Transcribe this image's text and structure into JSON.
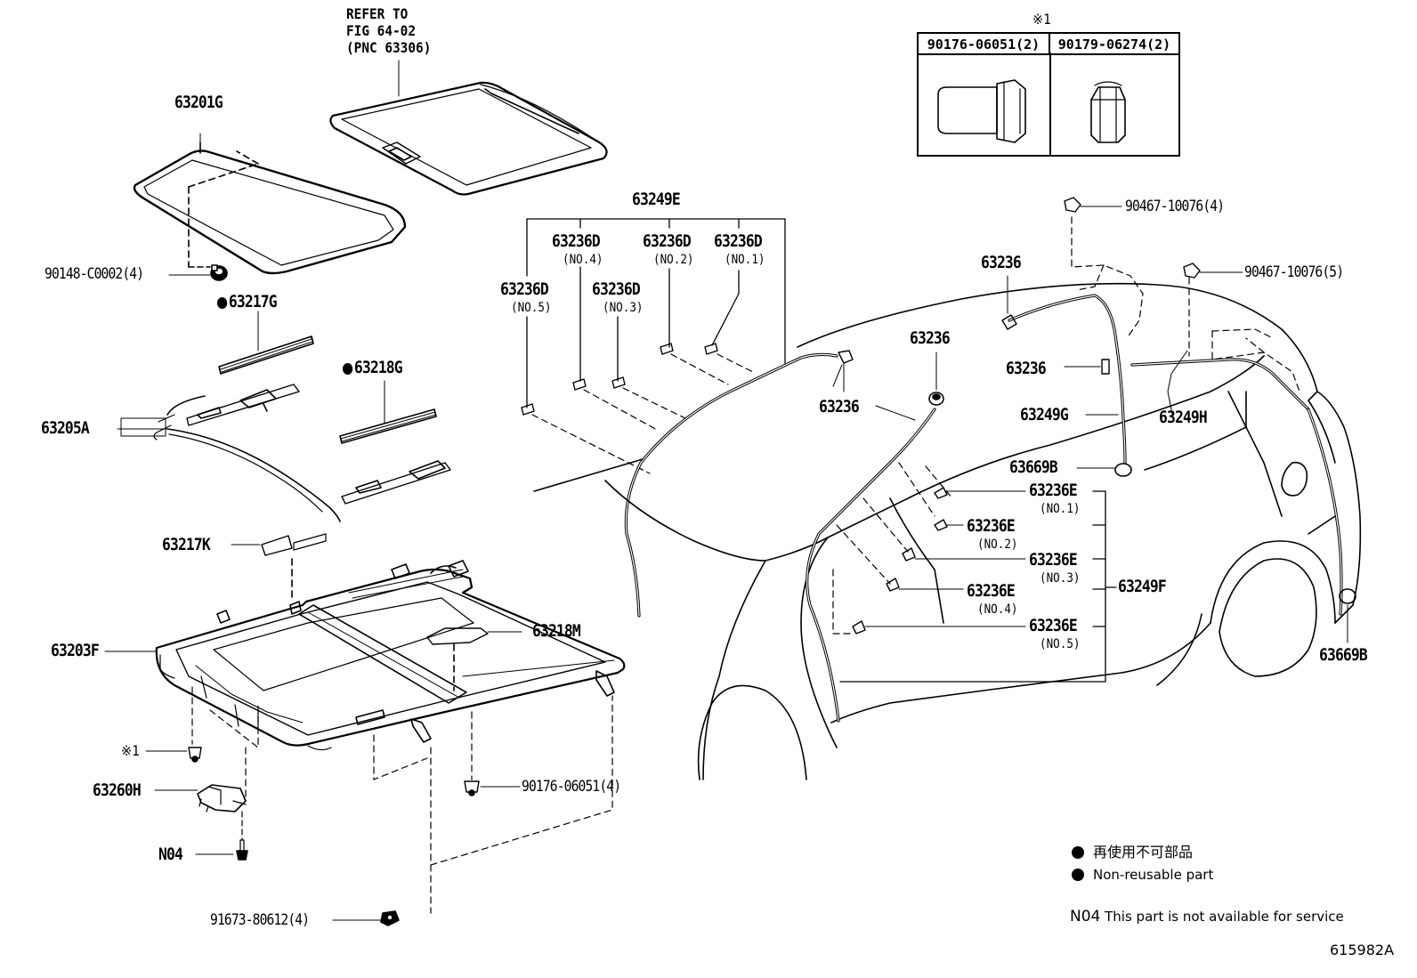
{
  "diagram_id": "615982A",
  "top_note": {
    "line1": "REFER TO",
    "line2": "FIG 64-02",
    "line3": "(PNC 63306)"
  },
  "inset_table": {
    "marker": "※1",
    "col1": "90176-06051(2)",
    "col2": "90179-06274(2)"
  },
  "parts": {
    "p63201G": "63201G",
    "p90148": "90148-C0002(4)",
    "p63217G": "63217G",
    "p63218G": "63218G",
    "p63205A": "63205A",
    "p63217K": "63217K",
    "p63203F": "63203F",
    "p63218M": "63218M",
    "mark1": "※1",
    "p90176": "90176-06051(4)",
    "p63260H": "63260H",
    "pN04": "N04",
    "p91673": "91673-80612(4)",
    "p63249E": "63249E",
    "p63236D_a": "63236D",
    "p63236D_b": "63236D",
    "p63236D_c": "63236D",
    "p63236D_d": "63236D",
    "p63236D_e": "63236D",
    "no4": "(NO.4)",
    "no2": "(NO.2)",
    "no1": "(NO.1)",
    "no5": "(NO.5)",
    "no3": "(NO.3)",
    "p63236_a": "63236",
    "p63236_b": "63236",
    "p63236_c": "63236",
    "p63236_d": "63236",
    "p90467_4": "90467-10076(4)",
    "p90467_5": "90467-10076(5)",
    "p63249G": "63249G",
    "p63249H": "63249H",
    "p63669B_a": "63669B",
    "p63669B_b": "63669B",
    "p63236E_1": "63236E",
    "p63236E_2": "63236E",
    "p63236E_3": "63236E",
    "p63236E_4": "63236E",
    "p63236E_5": "63236E",
    "e_no1": "(NO.1)",
    "e_no2": "(NO.2)",
    "e_no3": "(NO.3)",
    "e_no4": "(NO.4)",
    "e_no5": "(NO.5)",
    "p63249F": "63249F"
  },
  "legend": {
    "jp": "再使用不可部品",
    "en": "Non-reusable part",
    "n04_code": "N04",
    "n04_text": "This part is not available for service"
  }
}
